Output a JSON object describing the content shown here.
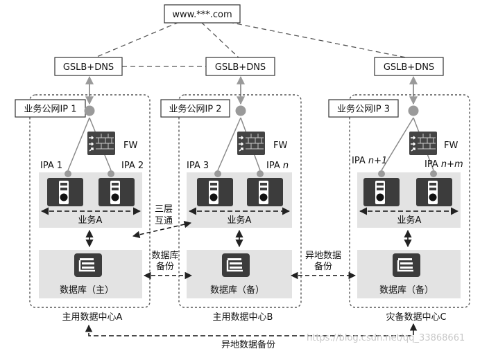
{
  "root": {
    "label": "www.***.com"
  },
  "gslb": [
    {
      "label": "GSLB+DNS"
    },
    {
      "label": "GSLB+DNS"
    },
    {
      "label": "GSLB+DNS"
    }
  ],
  "datacenters": [
    {
      "public_ip": "业务公网IP 1",
      "fw": "FW",
      "ipa_left": {
        "base": "IPA 1",
        "italic": ""
      },
      "ipa_right": {
        "base": "IPA 2",
        "italic": ""
      },
      "business": "业务A",
      "database": "数据库（主）",
      "name": "主用数据中心A"
    },
    {
      "public_ip": "业务公网IP 2",
      "fw": "FW",
      "ipa_left": {
        "base": "IPA 3",
        "italic": ""
      },
      "ipa_right": {
        "base": "IPA ",
        "italic": "n"
      },
      "business": "业务A",
      "database": "数据库（备）",
      "name": "主用数据中心B"
    },
    {
      "public_ip": "业务公网IP 3",
      "fw": "FW",
      "ipa_left": {
        "base": "IPA ",
        "italic": "n+1"
      },
      "ipa_right": {
        "base": "IPA ",
        "italic": "n+m"
      },
      "business": "业务A",
      "database": "数据库（备）",
      "name": "灾备数据中心C"
    }
  ],
  "links": {
    "l3_line1": "三层",
    "l3_line2": "互通",
    "db_backup_line1": "数据库",
    "db_backup_line2": "备份",
    "remote_backup_line1": "异地数据",
    "remote_backup_line2": "备份",
    "bottom_backup": "异地数据备份"
  },
  "watermark": "https://blog.csdn.net/qq_33868661",
  "colors": {
    "accent_dark": "#3c3c3c",
    "panel_gray": "#e3e3e3",
    "node_gray": "#9a9a9a",
    "line": "#555555"
  }
}
